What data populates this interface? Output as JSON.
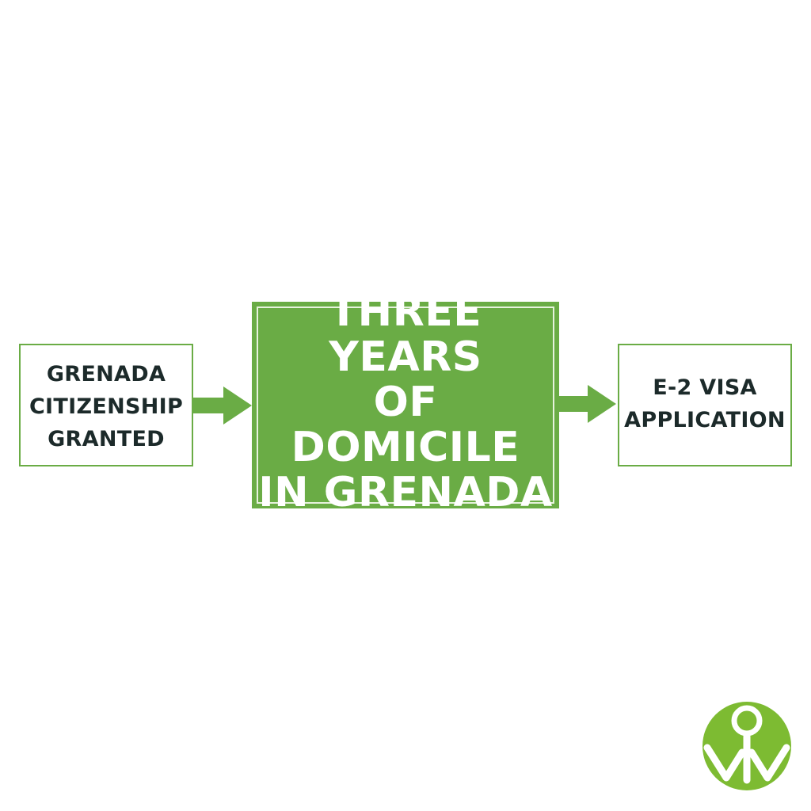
{
  "diagram": {
    "left_box": {
      "lines": [
        "GRENADA",
        "CITIZENSHIP",
        "GRANTED"
      ]
    },
    "center_box": {
      "lines": [
        "THREE YEARS",
        "OF DOMICILE",
        "IN GRENADA"
      ]
    },
    "right_box": {
      "lines": [
        "E-2 VISA",
        "APPLICATION"
      ]
    },
    "arrows": [
      {
        "from": "left_box",
        "to": "center_box"
      },
      {
        "from": "center_box",
        "to": "right_box"
      }
    ]
  },
  "logo": {
    "icon": "vm-logo-icon",
    "colors": {
      "primary": "#7dbb32",
      "accent": "#ffffff"
    }
  },
  "colors": {
    "accent_green": "#6aac45",
    "text_dark": "#1c2a2a",
    "background": "#ffffff"
  }
}
